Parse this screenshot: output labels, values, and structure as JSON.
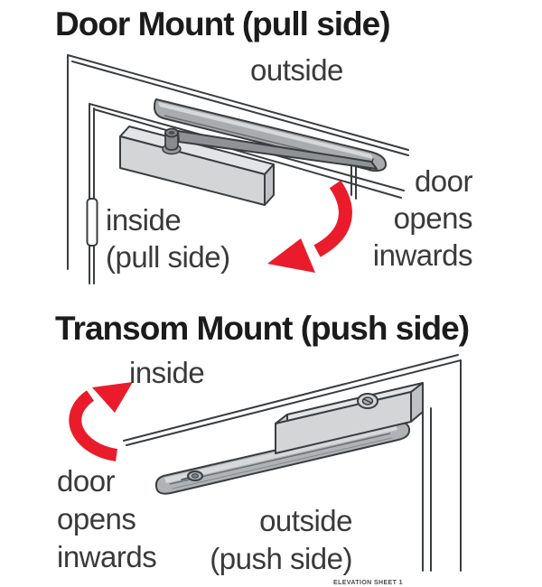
{
  "colors": {
    "arrow_red": "#ea1c2c",
    "line": "#3a3d40",
    "body_front": "#d3d5d7",
    "body_top": "#e3e4e6",
    "body_side": "#bfc1c4",
    "track": "#a9acae",
    "arm": "#8f9295",
    "highlight": "#d7d8da",
    "title_text": "#1b1b1b",
    "label_text": "#3a3a3a"
  },
  "door_mount": {
    "title": "Door Mount (pull side)",
    "labels": {
      "outside": "outside",
      "inside": "inside\n(pull side)",
      "door_opens": "door\nopens\ninwards"
    }
  },
  "transom_mount": {
    "title": "Transom Mount (push side)",
    "labels": {
      "inside": "inside",
      "door_opens": "door\nopens\ninwards",
      "outside": "outside\n(push side)"
    }
  },
  "footer": {
    "sheet_note": "ELEVATION SHEET 1"
  }
}
